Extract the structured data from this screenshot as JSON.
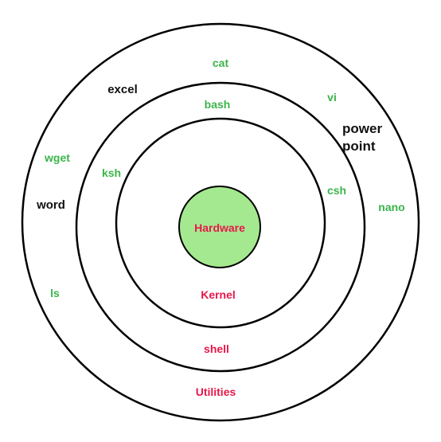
{
  "center": {
    "label": "Hardware",
    "fill": "#a4e98f"
  },
  "layers": {
    "kernel": "Kernel",
    "shell": "shell",
    "utilities": "Utilities"
  },
  "shells": [
    "bash",
    "ksh",
    "csh"
  ],
  "utilities": [
    "cat",
    "vi",
    "wget",
    "ls",
    "nano"
  ],
  "applications": {
    "excel": "excel",
    "word": "word",
    "powerpoint_line1": "power",
    "powerpoint_line2": "point"
  },
  "colors": {
    "utility_text": "#3cb44b",
    "layer_text": "#e8174a",
    "app_text": "#111111",
    "ring_stroke": "#000000"
  }
}
